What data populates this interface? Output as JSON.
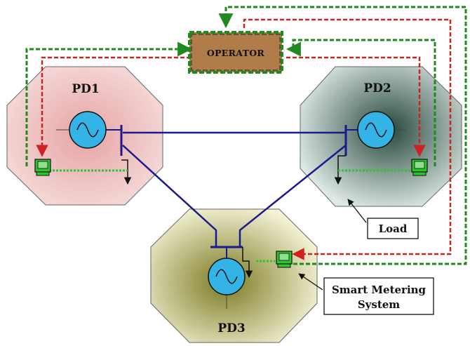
{
  "operator": {
    "label": "OPERATOR"
  },
  "regions": [
    {
      "id": "pd1",
      "label": "PD1",
      "color": "#efb7b7"
    },
    {
      "id": "pd2",
      "label": "PD2",
      "color": "#3f6b5c"
    },
    {
      "id": "pd3",
      "label": "PD3",
      "color": "#8b8b2e"
    }
  ],
  "callouts": {
    "load": "Load",
    "smart_metering_line1": "Smart Metering",
    "smart_metering_line2": "System"
  },
  "colors": {
    "transmission_line": "#1a1a8c",
    "generator_fill": "#33b3e6",
    "operator_fill": "#b07c4a",
    "meter_green": "#2fc42f",
    "link_red": "#cc2222"
  },
  "icons": [
    "generator-icon",
    "smart-meter-icon",
    "load-arrow-icon"
  ]
}
